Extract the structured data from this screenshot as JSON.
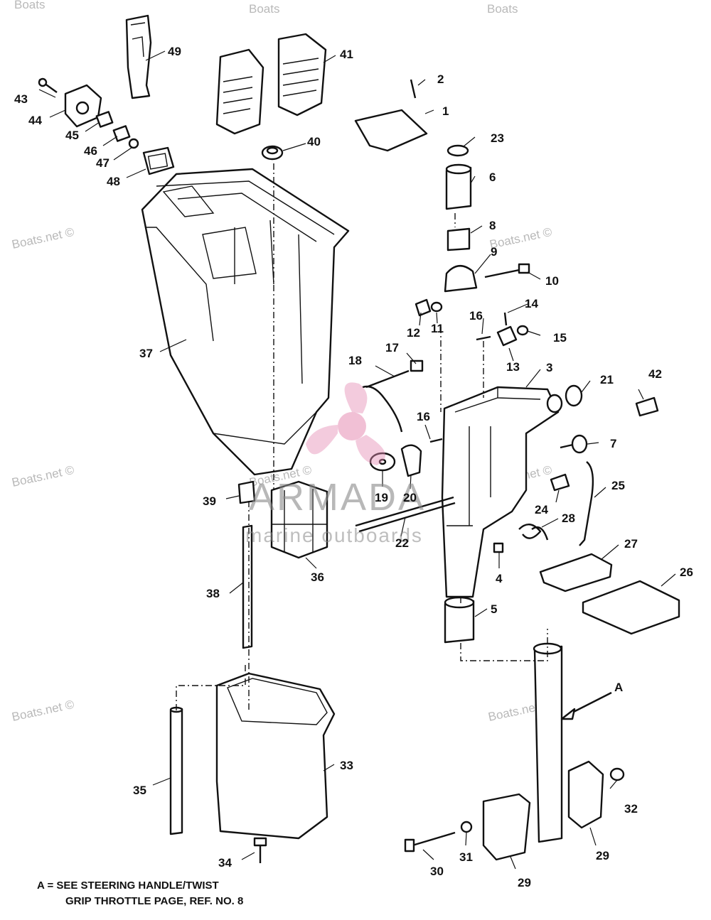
{
  "callouts": [
    "1",
    "2",
    "3",
    "4",
    "5",
    "6",
    "7",
    "8",
    "9",
    "10",
    "11",
    "12",
    "13",
    "14",
    "15",
    "16",
    "16",
    "17",
    "18",
    "19",
    "20",
    "21",
    "22",
    "23",
    "24",
    "25",
    "26",
    "27",
    "28",
    "29",
    "29",
    "30",
    "31",
    "32",
    "33",
    "34",
    "35",
    "36",
    "37",
    "38",
    "39",
    "40",
    "41",
    "42",
    "43",
    "44",
    "45",
    "46",
    "47",
    "48",
    "49",
    "A"
  ],
  "watermark": "Boats.net ©",
  "watermark_top": "Boats",
  "logo": {
    "name": "ARMADA",
    "tagline": "marine outboards",
    "color": "#e58cb3"
  },
  "footnote": {
    "line1": "A = SEE STEERING HANDLE/TWIST",
    "line2": "GRIP THROTTLE PAGE, REF. NO. 8"
  }
}
